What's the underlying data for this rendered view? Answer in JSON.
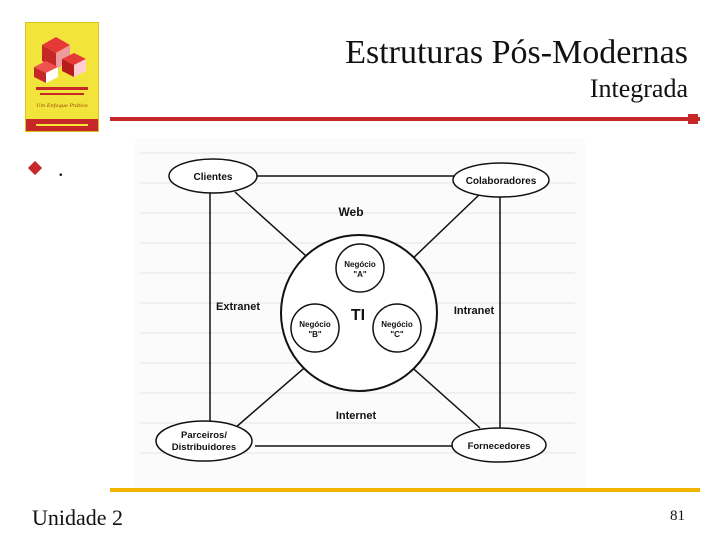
{
  "header": {
    "title": "Estruturas Pós-Modernas",
    "subtitle": "Integrada"
  },
  "content": {
    "bullet_text": "."
  },
  "diagram": {
    "corners": {
      "clientes": "Clientes",
      "colaboradores": "Colaboradores",
      "parceiros_line1": "Parceiros/",
      "parceiros_line2": "Distribuidores",
      "fornecedores": "Fornecedores"
    },
    "links": {
      "web": "Web",
      "extranet": "Extranet",
      "intranet": "Intranet",
      "internet": "Internet"
    },
    "center": "TI",
    "nodes": {
      "a_line1": "Negócio",
      "a_line2": "\"A\"",
      "b_line1": "Negócio",
      "b_line2": "\"B\"",
      "c_line1": "Negócio",
      "c_line2": "\"C\""
    }
  },
  "book_cover": {
    "caption": "Um Enfoque Prático"
  },
  "footer": {
    "unit": "Unidade 2",
    "page_number": "81"
  },
  "colors": {
    "accent_red": "#c62828",
    "accent_yellow": "#f0b400",
    "cover_yellow": "#f2e23a"
  }
}
